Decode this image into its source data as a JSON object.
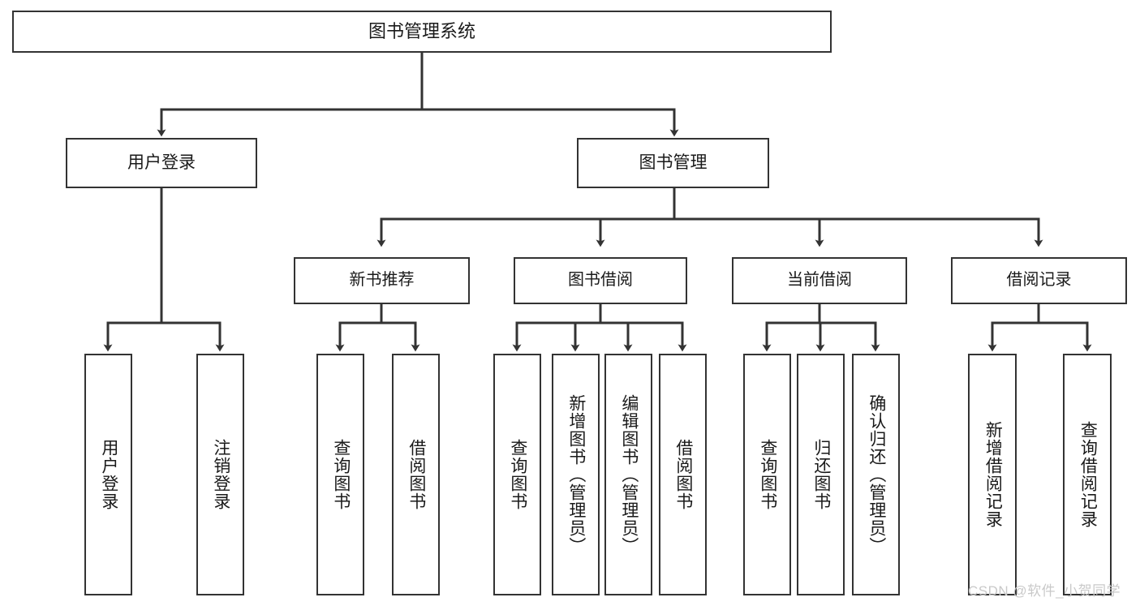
{
  "diagram": {
    "title": "图书管理系统",
    "type": "function-structure-tree",
    "watermark": "CSDN @软件_小贺同学",
    "colors": {
      "box_border": "#333333",
      "box_fill": "#ffffff",
      "connector": "#333333",
      "text": "#1a1a1a",
      "watermark": "#c9c9c9",
      "background": "#ffffff"
    },
    "root": {
      "label": "图书管理系统",
      "level": 0
    },
    "level1": [
      {
        "label": "用户登录",
        "level": 1
      },
      {
        "label": "图书管理",
        "level": 1
      }
    ],
    "level2": [
      {
        "label": "新书推荐",
        "level": 2,
        "parent": "图书管理"
      },
      {
        "label": "图书借阅",
        "level": 2,
        "parent": "图书管理"
      },
      {
        "label": "当前借阅",
        "level": 2,
        "parent": "图书管理"
      },
      {
        "label": "借阅记录",
        "level": 2,
        "parent": "图书管理"
      }
    ],
    "leaves": [
      {
        "label": "用户登录",
        "parent": "用户登录",
        "group": "user-login"
      },
      {
        "label": "注销登录",
        "parent": "用户登录",
        "group": "user-login"
      },
      {
        "label": "查询图书",
        "parent": "新书推荐",
        "group": "new-book"
      },
      {
        "label": "借阅图书",
        "parent": "新书推荐",
        "group": "new-book"
      },
      {
        "label": "查询图书",
        "parent": "图书借阅",
        "group": "borrow"
      },
      {
        "label": "新增图书（管理员）",
        "parent": "图书借阅",
        "group": "borrow"
      },
      {
        "label": "编辑图书（管理员）",
        "parent": "图书借阅",
        "group": "borrow"
      },
      {
        "label": "借阅图书",
        "parent": "图书借阅",
        "group": "borrow"
      },
      {
        "label": "查询图书",
        "parent": "当前借阅",
        "group": "current"
      },
      {
        "label": "归还图书",
        "parent": "当前借阅",
        "group": "current"
      },
      {
        "label": "确认归还（管理员）",
        "parent": "当前借阅",
        "group": "current"
      },
      {
        "label": "新增借阅记录",
        "parent": "借阅记录",
        "group": "record"
      },
      {
        "label": "查询借阅记录",
        "parent": "借阅记录",
        "group": "record"
      }
    ]
  }
}
